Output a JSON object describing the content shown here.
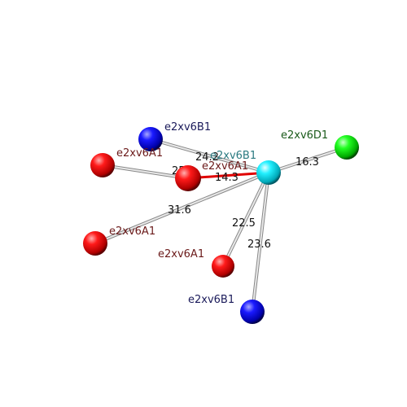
{
  "colors": {
    "red": "#e00000",
    "blue": "#0000dd",
    "cyan": "#00d8e8",
    "green": "#10d810",
    "bond_red": "#e00000",
    "bond_gray": "#bbbbbb",
    "label_red": "#6b1a1a",
    "label_blue": "#1a1a5a",
    "label_cyan": "#2a7a80",
    "label_green": "#1a5a1a"
  },
  "nodes": [
    {
      "id": "center",
      "label": "e2xv6B1",
      "color": "cyan"
    },
    {
      "id": "green1",
      "label": "e2xv6D1",
      "color": "green"
    },
    {
      "id": "blue_top",
      "label": "e2xv6B1",
      "color": "blue"
    },
    {
      "id": "red_left",
      "label": "e2xv6A1",
      "color": "red"
    },
    {
      "id": "red_mid",
      "label": "e2xv6A1",
      "color": "red"
    },
    {
      "id": "red_far",
      "label": "e2xv6A1",
      "color": "red"
    },
    {
      "id": "red_low",
      "label": "e2xv6A1",
      "color": "red"
    },
    {
      "id": "blue_bottom",
      "label": "e2xv6B1",
      "color": "blue"
    }
  ],
  "edges": [
    {
      "from": "center",
      "to": "green1",
      "distance": "16.3",
      "color": "gray"
    },
    {
      "from": "center",
      "to": "blue_top",
      "distance": "24.2",
      "color": "gray"
    },
    {
      "from": "center",
      "to": "red_mid",
      "distance": "14.3",
      "color": "red"
    },
    {
      "from": "red_left",
      "to": "red_mid",
      "distance": "25.1",
      "color": "gray"
    },
    {
      "from": "center",
      "to": "red_far",
      "distance": "31.6",
      "color": "gray"
    },
    {
      "from": "center",
      "to": "red_low",
      "distance": "22.5",
      "color": "gray"
    },
    {
      "from": "center",
      "to": "blue_bottom",
      "distance": "23.6",
      "color": "gray"
    }
  ]
}
